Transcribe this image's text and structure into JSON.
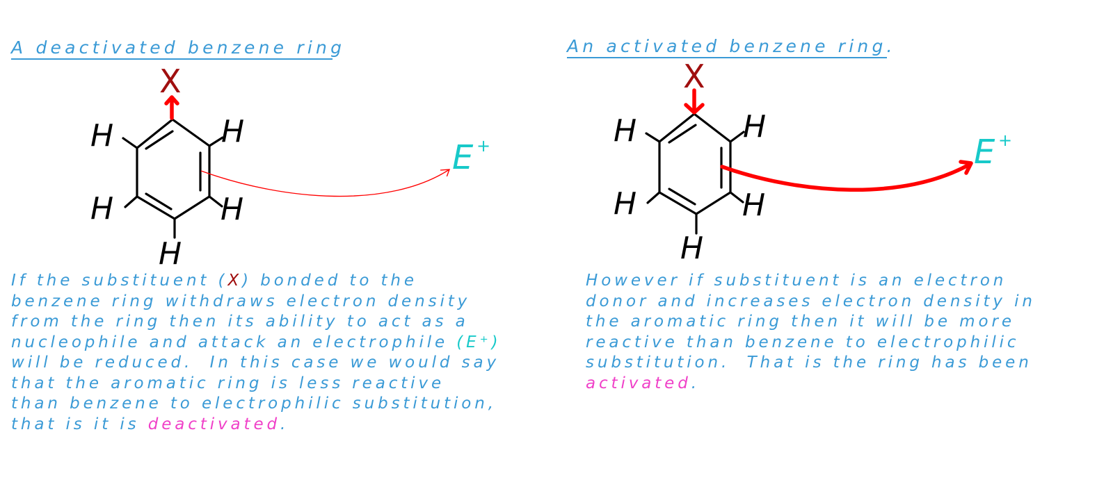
{
  "colors": {
    "text_blue": "#3a9ad6",
    "substituent_darkred": "#a00f0f",
    "arrow_red": "#ff0000",
    "electrophile_cyan": "#17c9c9",
    "highlight_magenta": "#f040c8",
    "bond_black": "#000000"
  },
  "left_panel": {
    "title": "A deactivated benzene ring",
    "substituent_label": "X",
    "hydrogen_label": "H",
    "electrophile_label": "E",
    "electrophile_charge": "+",
    "substituent_arrow_direction": "away-from-ring (electron withdrawing)",
    "attack_arrow_style": "thin",
    "paragraph": {
      "line1_a": "If the substituent (",
      "line1_x": "X",
      "line1_b": ") bonded to the",
      "line2": "benzene ring withdraws electron density",
      "line3": "from the ring then its ability to act as a",
      "line4_a": "nucleophile and attack an electrophile ",
      "line4_e": "(E⁺)",
      "line5": "will be reduced.  In this case we would say",
      "line6": "that the aromatic ring is less reactive",
      "line7": "than benzene to electrophilic substitution,",
      "line8_a": "that is it is ",
      "line8_highlight": "deactivated",
      "line8_b": "."
    }
  },
  "right_panel": {
    "title": "An activated benzene ring.",
    "substituent_label": "X",
    "hydrogen_label": "H",
    "electrophile_label": "E",
    "electrophile_charge": "+",
    "substituent_arrow_direction": "toward-ring (electron donating)",
    "attack_arrow_style": "thick",
    "paragraph": {
      "line1": "However if substituent is an electron",
      "line2": "donor and increases electron density in",
      "line3": "the aromatic ring then it will be more",
      "line4": "reactive than benzene to electrophilic",
      "line5": "substitution.  That is the ring has been",
      "line6_highlight": "activated",
      "line6_b": "."
    }
  }
}
